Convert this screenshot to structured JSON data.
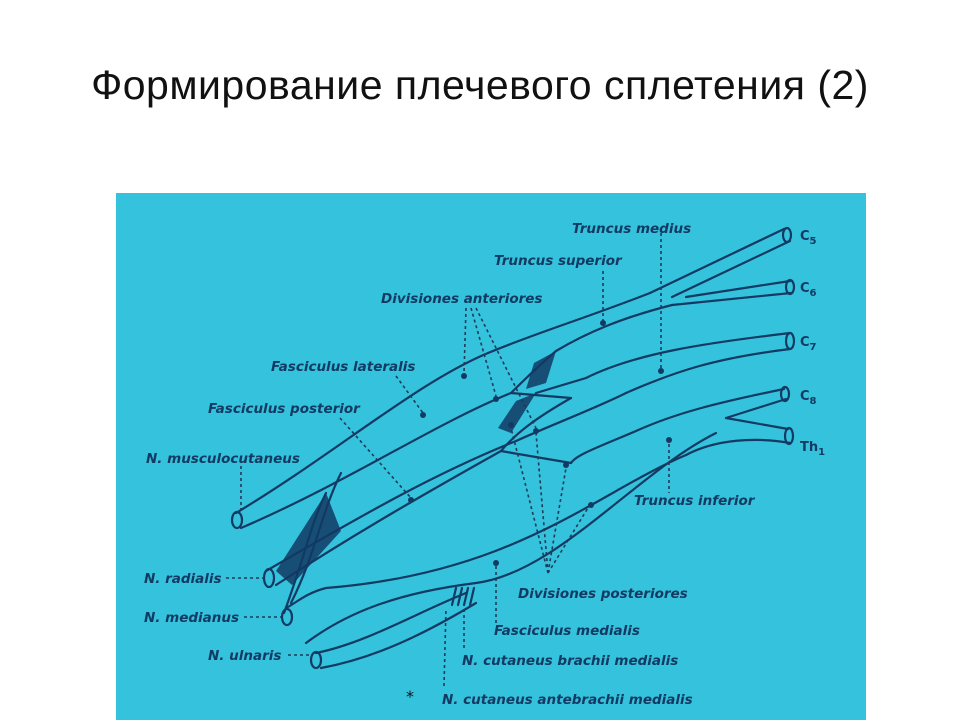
{
  "slide": {
    "title": "Формирование плечевого сплетения (2)"
  },
  "diagram": {
    "roots": [
      "C5",
      "C6",
      "C7",
      "C8",
      "Th1"
    ],
    "labels": {
      "truncus_medius": "Truncus medius",
      "truncus_superior": "Truncus superior",
      "divisiones_anteriores": "Divisiones anteriores",
      "fasciculus_lateralis": "Fasciculus lateralis",
      "fasciculus_posterior": "Fasciculus posterior",
      "n_musculocutaneus": "N. musculocutaneus",
      "truncus_inferior": "Truncus inferior",
      "n_radialis": "N. radialis",
      "n_medianus": "N. medianus",
      "n_ulnaris": "N. ulnaris",
      "divisiones_posteriores": "Divisiones posteriores",
      "fasciculus_medialis": "Fasciculus medialis",
      "n_cutaneus_brachii_medialis": "N. cutaneus brachii medialis",
      "n_cutaneus_antebrachii_medialis": "N. cutaneus antebrachii medialis"
    },
    "asterisk": "*",
    "colors": {
      "background": "#35c2dc",
      "ink": "#123a63"
    }
  }
}
